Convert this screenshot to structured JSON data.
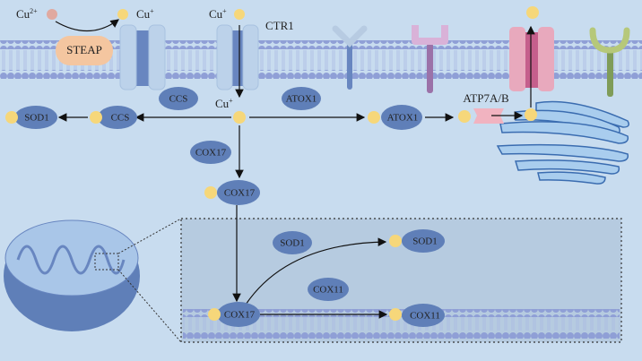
{
  "labels": {
    "cu2": "Cu",
    "cu2_sup": "2+",
    "cu_plus": "Cu",
    "plus_sup": "+",
    "steap": "STEAP",
    "ctr1": "CTR1",
    "ccs": "CCS",
    "atox1": "ATOX1",
    "sod1": "SOD1",
    "cox17": "COX17",
    "cox11": "COX11",
    "atp7ab": "ATP7A/B"
  },
  "colors": {
    "background": "#c8dcef",
    "protein": "#5f7fb8",
    "copper_ion": "#f6d77a",
    "cu2_ion": "#e0a9a0",
    "steap": "#f4c6a0",
    "membrane_head": "#8f9fd6",
    "channel_light": "#bcd2ea",
    "channel_dark": "#6886c0",
    "atp7_channel": "#e8a9bd",
    "golgi": "#a9cdee"
  }
}
